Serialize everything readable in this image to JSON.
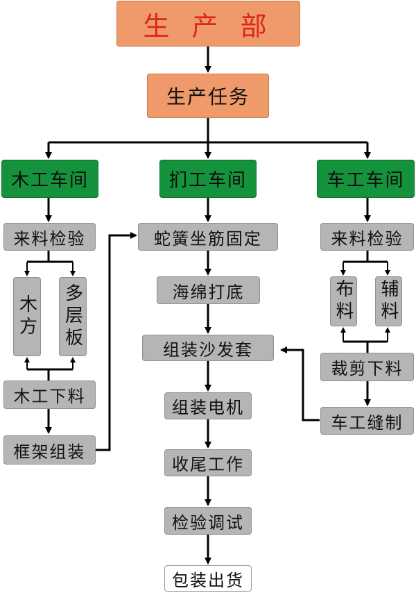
{
  "top": {
    "department": "生 产 部",
    "task": "生产任务"
  },
  "workshops": {
    "wood": "木工车间",
    "upholstery": "扪工车间",
    "sewing": "车工车间"
  },
  "wood_branch": {
    "inspect": "来料检验",
    "timber": "木方",
    "plywood": "多层板",
    "cutting": "木工下料",
    "frame": "框架组装"
  },
  "center_branch": {
    "spring": "蛇簧坐筋固定",
    "foam": "海绵打底",
    "cover": "组装沙发套",
    "motor": "组装电机",
    "finish": "收尾工作",
    "test": "检验调试",
    "ship": "包装出货"
  },
  "sewing_branch": {
    "inspect": "来料检验",
    "fabric": "布料",
    "accessory": "辅料",
    "cutting": "裁剪下料",
    "stitch": "车工缝制"
  },
  "colors": {
    "department_fill": "#ef9a6a",
    "department_text": "#e0251b",
    "workshop_fill": "#14923c",
    "step_fill": "#b5b5b5",
    "final_fill": "#ffffff",
    "connector": "#000000"
  }
}
